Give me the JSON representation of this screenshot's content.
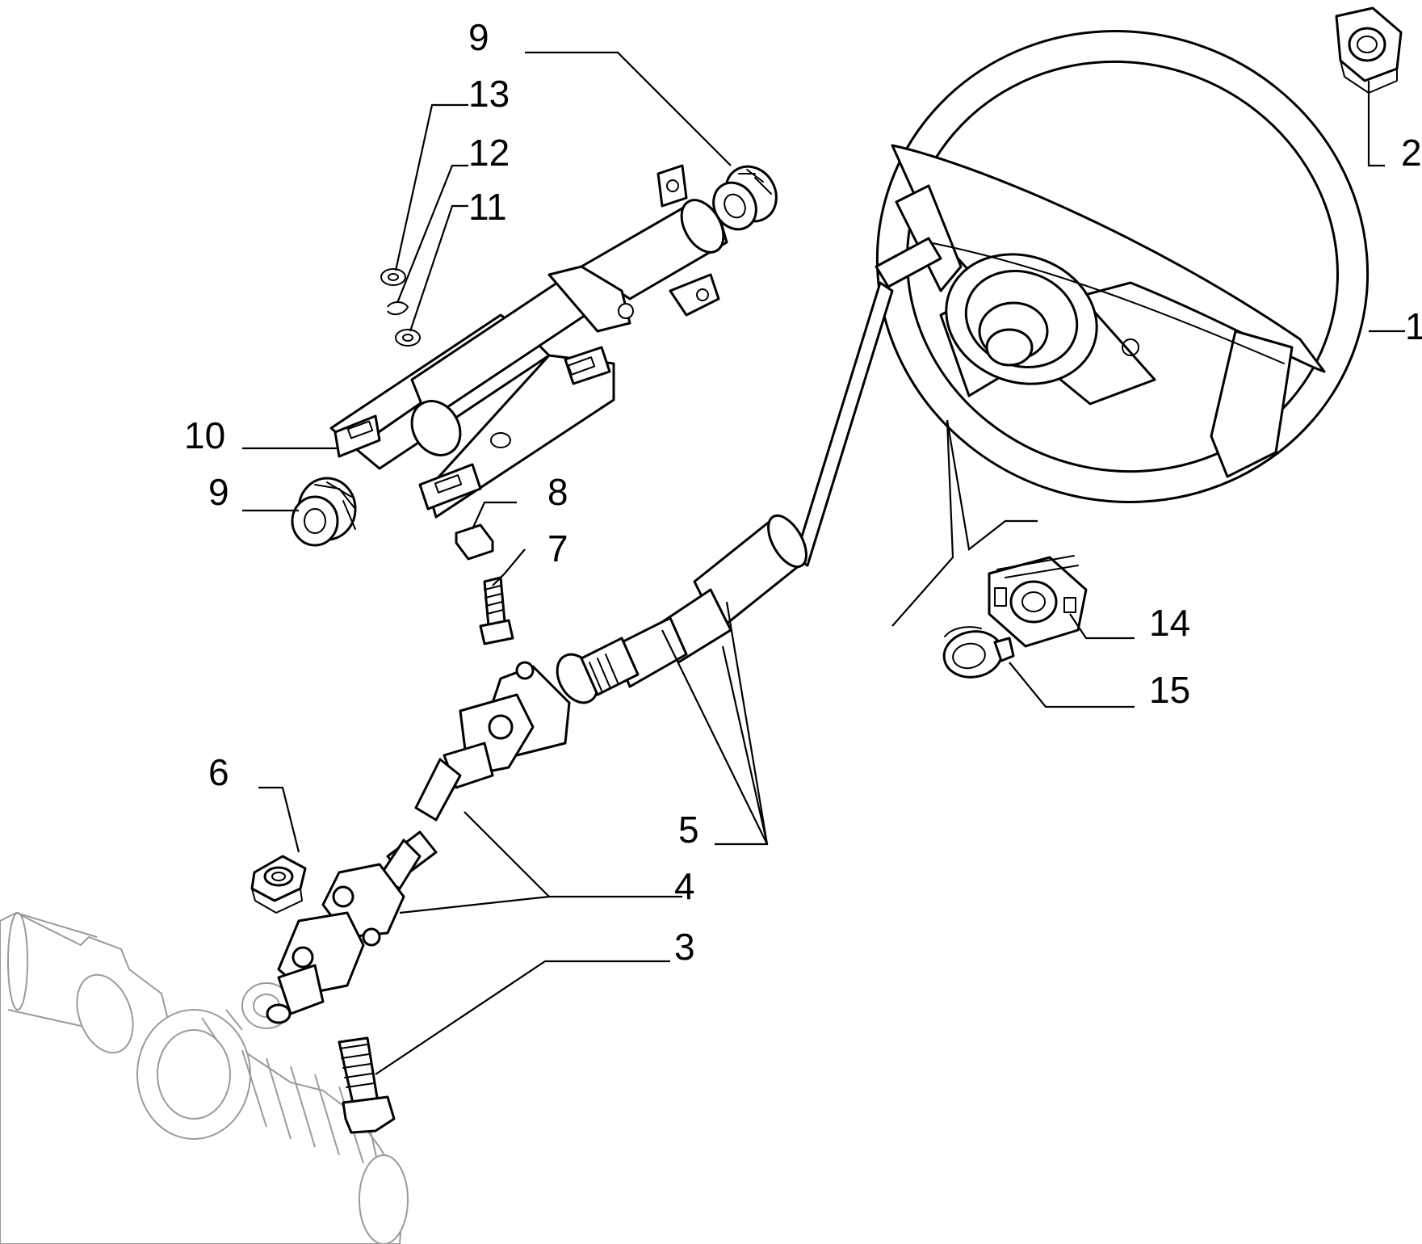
{
  "callouts": {
    "c1": "1",
    "c2": "2",
    "c3": "3",
    "c4": "4",
    "c5": "5",
    "c6": "6",
    "c7": "7",
    "c8": "8",
    "c9_top": "9",
    "c9_left": "9",
    "c10": "10",
    "c11": "11",
    "c12": "12",
    "c13": "13",
    "c14": "14",
    "c15": "15"
  },
  "parts": {
    "steering_wheel": "steering-wheel-icon",
    "wheel_nut": "hex-nut-icon",
    "shaft_bolt": "bolt-icon",
    "universal_joint_shaft": "universal-joint-icon",
    "steering_shaft": "shaft-icon",
    "lower_nut": "hex-nut-icon",
    "small_bolt": "bolt-icon",
    "clip_nut": "clip-icon",
    "bushing": "bushing-icon",
    "column_support": "bracket-icon",
    "washers": "washer-icon",
    "switch_bracket": "bracket-icon",
    "retaining_ring": "ring-icon",
    "steering_rack": "steering-rack-icon"
  },
  "colors": {
    "line": "#000000",
    "ghost": "#9a9a9a",
    "background": "#ffffff"
  }
}
